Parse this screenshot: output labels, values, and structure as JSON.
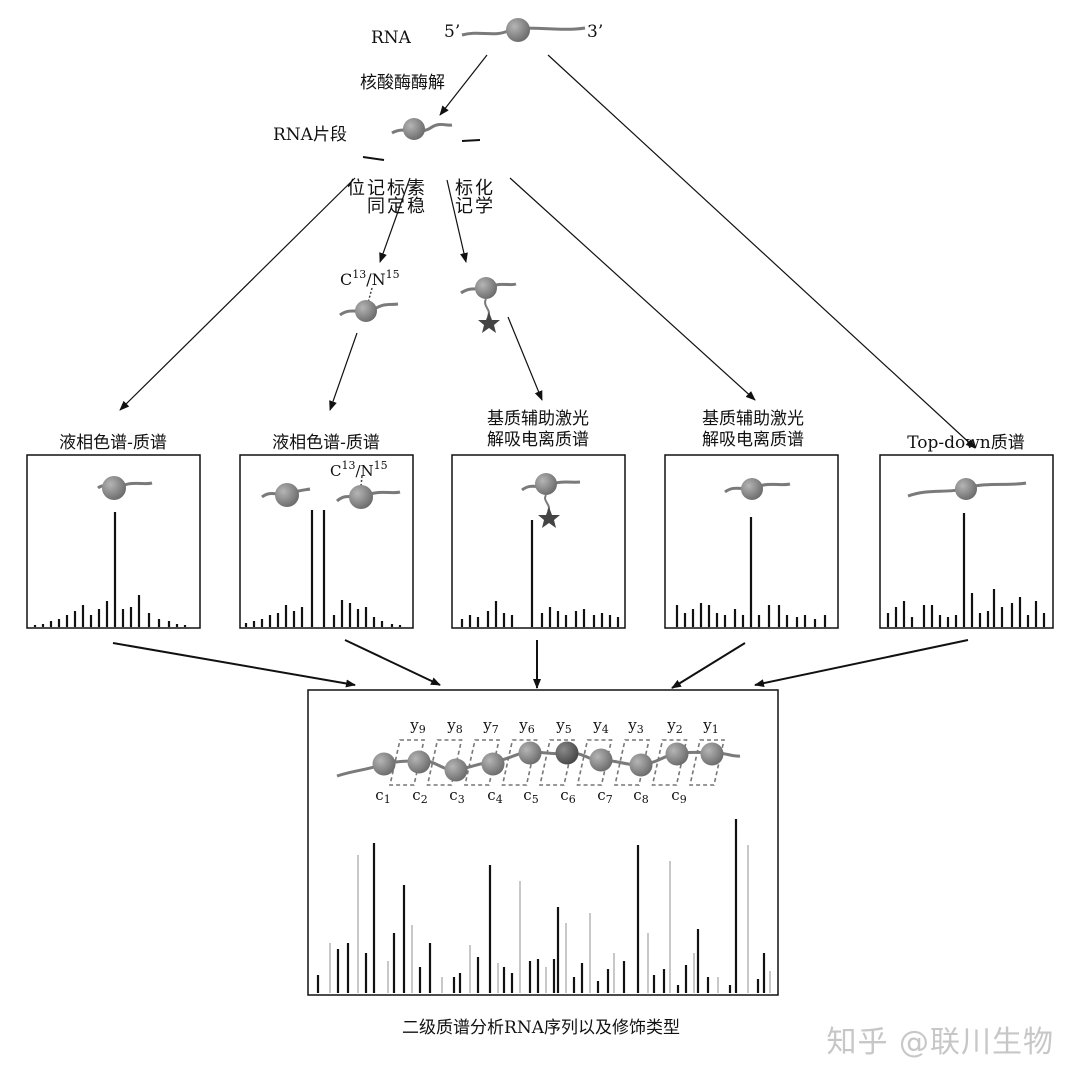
{
  "rna": {
    "label": "RNA",
    "end5": "5’",
    "end3": "3’"
  },
  "digest": {
    "label": "核酸酶酶解"
  },
  "fragments": {
    "label": "RNA片段"
  },
  "isotope": {
    "label_col1": "素稳",
    "label_col2": "标定",
    "label_col3": "记同",
    "label_col4": "位",
    "iso_c": "C",
    "iso_c_sup": "13",
    "iso_n": "/N",
    "iso_n_sup": "15"
  },
  "chemical": {
    "label_col1": "化学",
    "label_col2": "标记"
  },
  "methods": [
    {
      "line1": "液相色谱-质谱",
      "line2": ""
    },
    {
      "line1": "液相色谱-质谱",
      "line2": ""
    },
    {
      "line1": "基质辅助激光",
      "line2": "解吸电离质谱"
    },
    {
      "line1": "基质辅助激光",
      "line2": "解吸电离质谱"
    },
    {
      "line1": "Top-down质谱",
      "line2": ""
    }
  ],
  "ms2": {
    "y_labels": [
      "y",
      "y",
      "y",
      "y",
      "y",
      "y",
      "y",
      "y",
      "y"
    ],
    "y_subs": [
      "9",
      "8",
      "7",
      "6",
      "5",
      "4",
      "3",
      "2",
      "1"
    ],
    "c_labels": [
      "c",
      "c",
      "c",
      "c",
      "c",
      "c",
      "c",
      "c",
      "c"
    ],
    "c_subs": [
      "1",
      "2",
      "3",
      "4",
      "5",
      "6",
      "7",
      "8",
      "9"
    ]
  },
  "caption": "二级质谱分析RNA序列以及修饰类型",
  "watermark": "知乎 @联川生物",
  "colors": {
    "bead": "#8a8a8a",
    "bead_dark": "#6e6e6e",
    "strand": "#7a7a7a",
    "line": "#111111",
    "spectrum_gray": "#b5b5b5"
  }
}
